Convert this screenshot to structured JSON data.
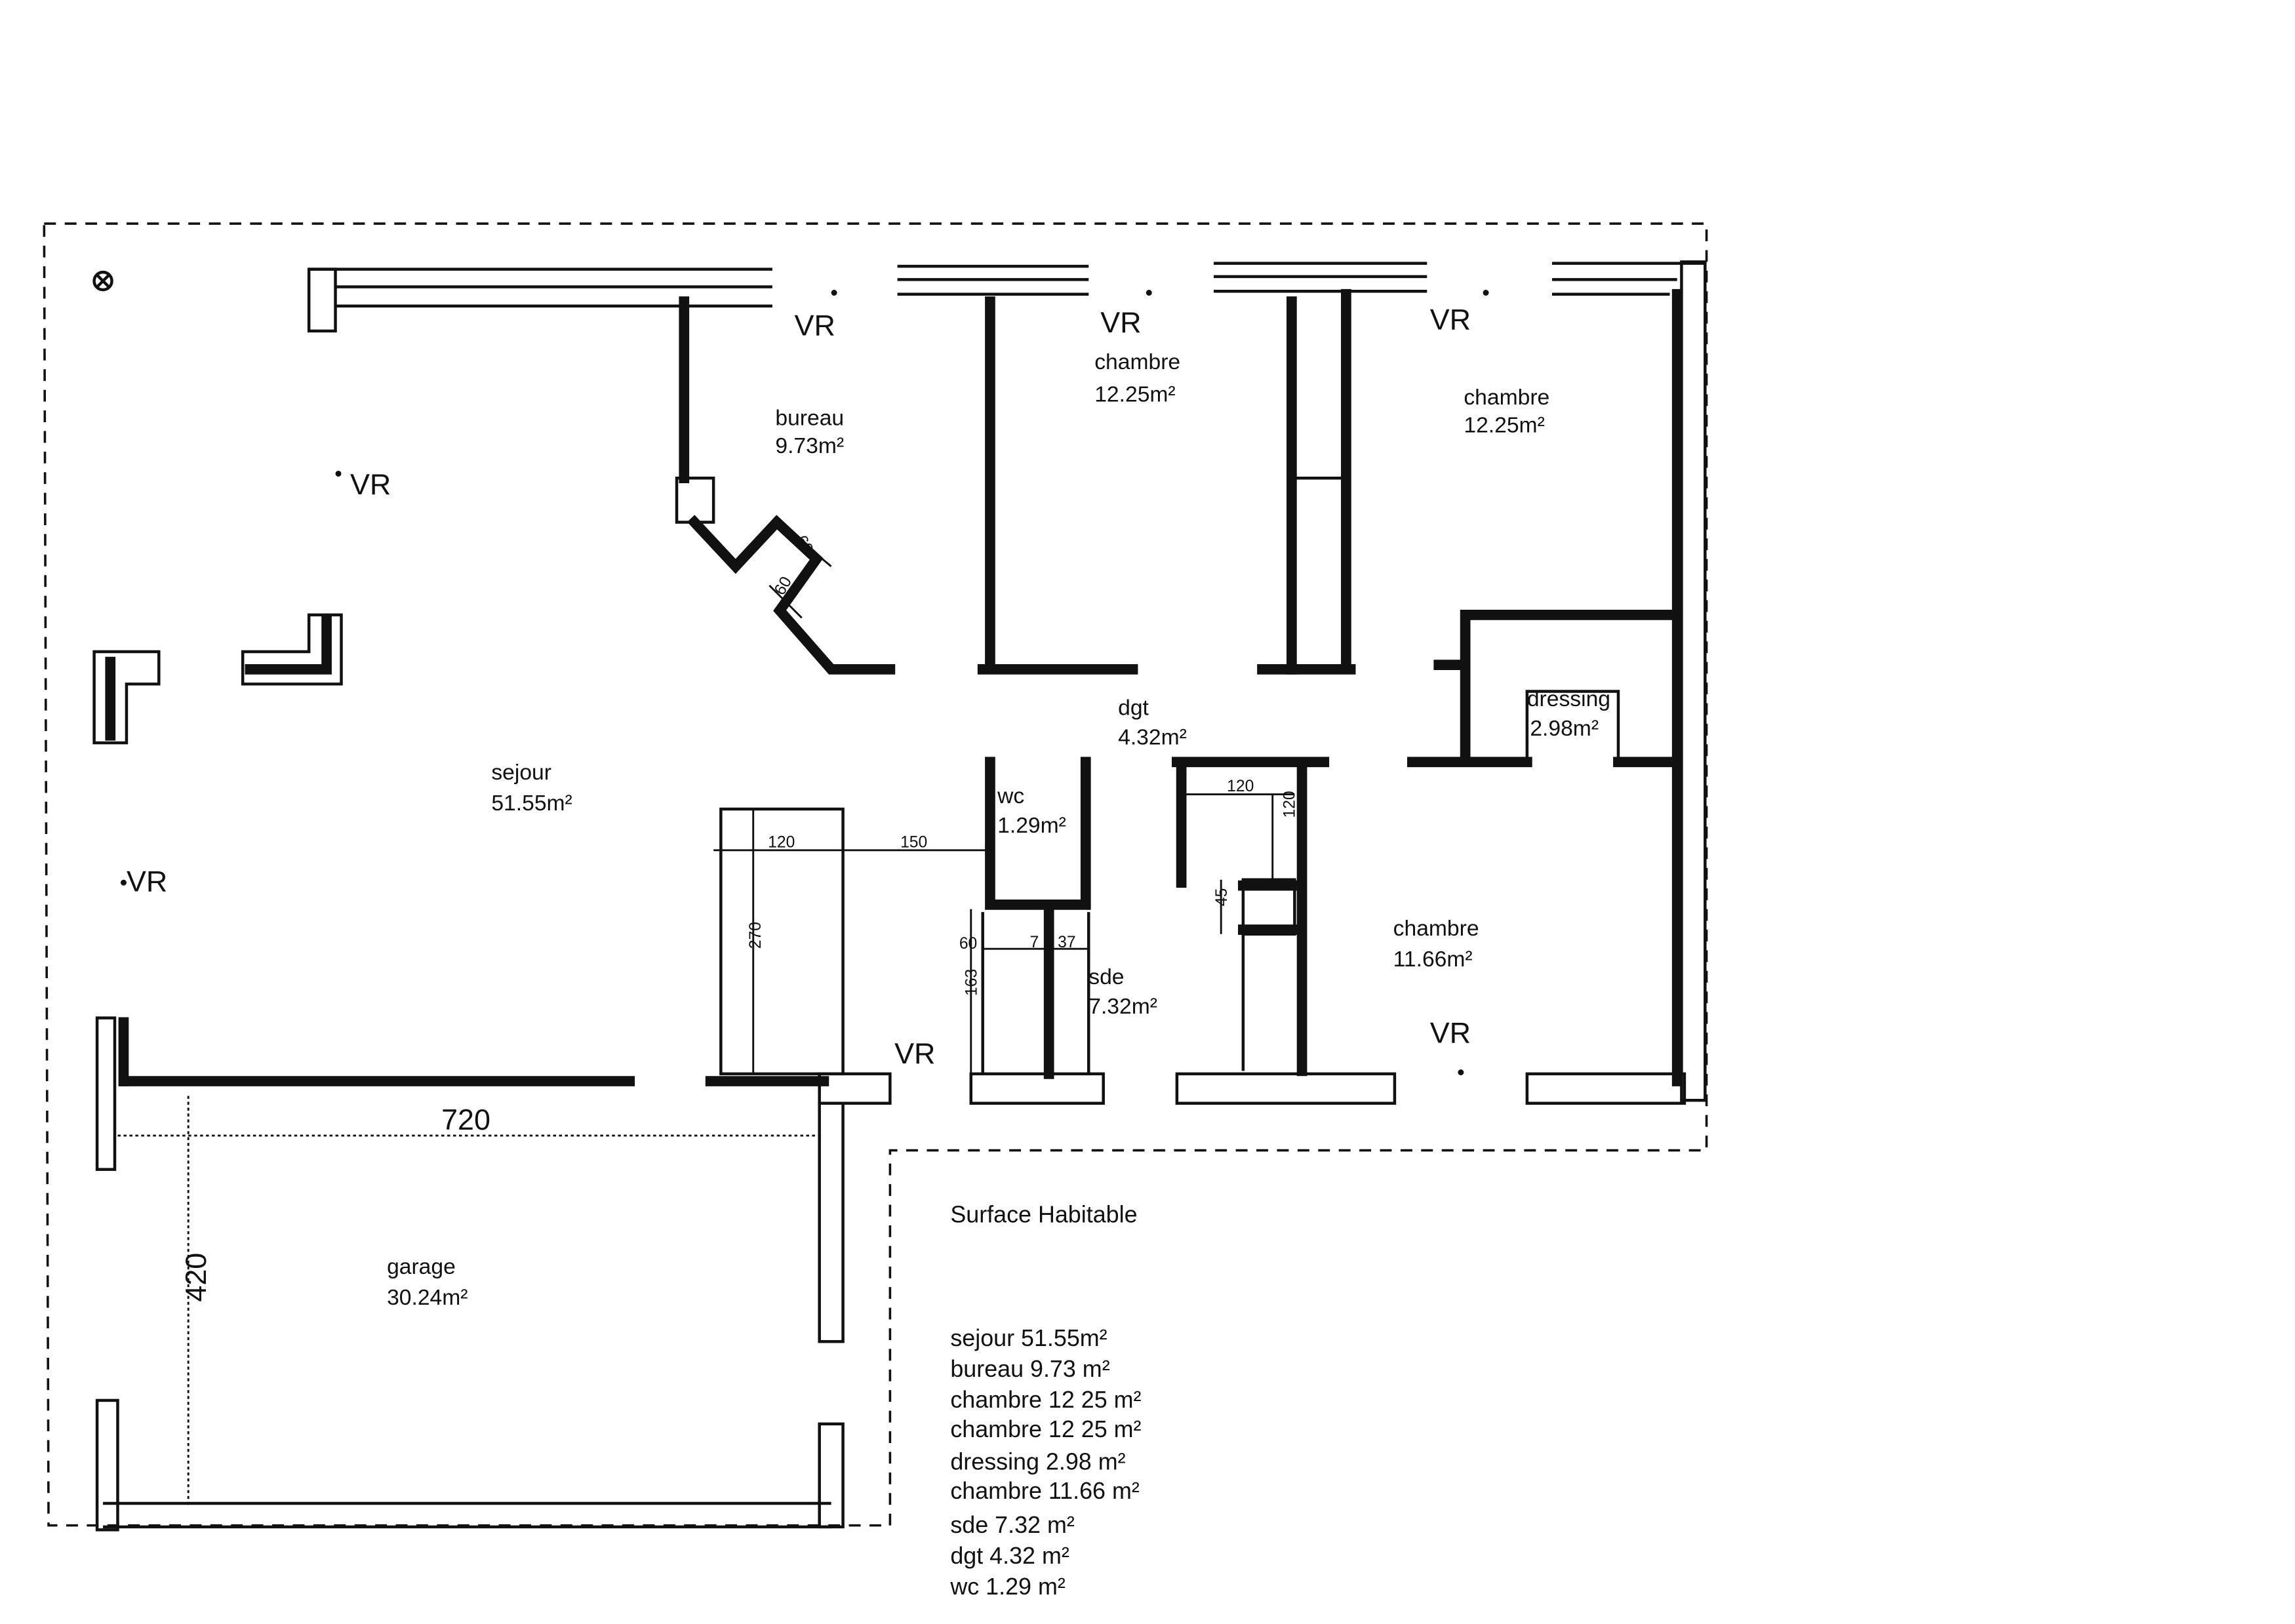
{
  "rooms": {
    "bureau": {
      "name": "bureau",
      "area": "9.73m²"
    },
    "chambre1": {
      "name": "chambre",
      "area": "12.25m²"
    },
    "chambre2": {
      "name": "chambre",
      "area": "12.25m²"
    },
    "dgt": {
      "name": "dgt",
      "area": "4.32m²"
    },
    "dressing": {
      "name": "dressing",
      "area": "2.98m²"
    },
    "sejour": {
      "name": "sejour",
      "area": "51.55m²"
    },
    "wc": {
      "name": "wc",
      "area": "1.29m²"
    },
    "sde": {
      "name": "sde",
      "area": "7.32m²"
    },
    "chambre3": {
      "name": "chambre",
      "area": "11.66m²"
    },
    "garage": {
      "name": "garage",
      "area": "30.24m²"
    }
  },
  "vr_label": "VR",
  "dimensions": {
    "angle_a": "60",
    "angle_b": "60",
    "w120a": "120",
    "w150": "150",
    "h270": "270",
    "w120b": "120",
    "h120": "120",
    "h45": "45",
    "h60": "60",
    "w7": "7",
    "w37": "37",
    "h163": "163",
    "garage_w": "720",
    "garage_h": "420"
  },
  "summary": {
    "title": "Surface Habitable",
    "items": [
      "sejour 51.55m²",
      "bureau 9.73 m²",
      "chambre 12 25 m²",
      "chambre 12 25 m²",
      "dressing 2.98 m²",
      "chambre 11.66 m²",
      "sde 7.32 m²",
      "dgt 4.32 m²",
      "wc 1.29 m²"
    ]
  }
}
